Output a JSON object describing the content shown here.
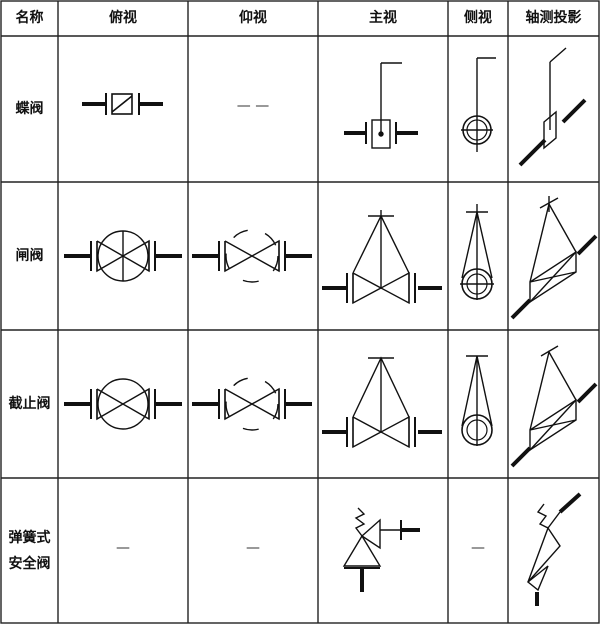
{
  "headers": [
    "名称",
    "俯视",
    "仰视",
    "主视",
    "侧视",
    "轴测投影"
  ],
  "rows": [
    {
      "name": "蝶阀",
      "bottom_view_text": "— —"
    },
    {
      "name": "闸阀"
    },
    {
      "name": "截止阀"
    },
    {
      "name_line1": "弹簧式",
      "name_line2": "安全阀",
      "top_view_text": "—",
      "bottom_view_text": "—",
      "side_view_text": "—"
    }
  ]
}
